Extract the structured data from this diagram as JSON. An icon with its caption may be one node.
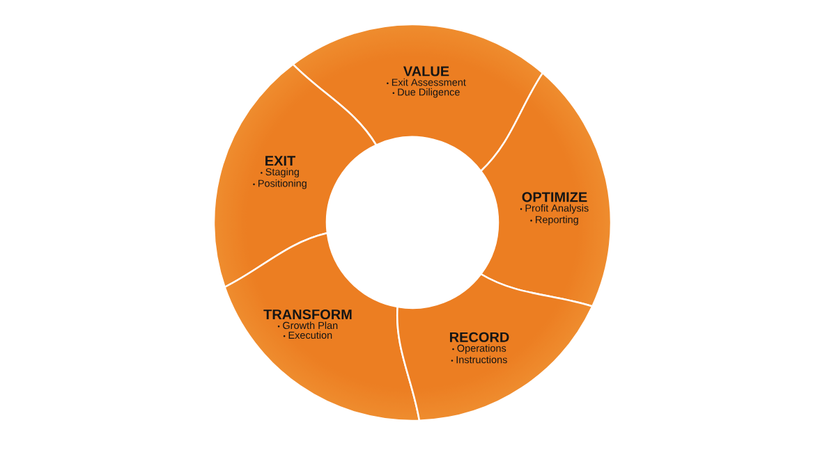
{
  "diagram": {
    "nodes": [
      {
        "text": [
          "VALUE",
          "Exit Assessment",
          "Due Diligence"
        ]
      },
      {
        "text": [
          "EXIT",
          "Staging",
          "Positioning"
        ]
      },
      {
        "text": [
          "OPTIMIZE",
          "Profit Analysis",
          "Reporting"
        ]
      },
      {
        "text": [
          "TRANSFORM",
          "Growth Plan",
          "Execution"
        ]
      },
      {
        "text": [
          "RECORD",
          "Operations",
          "Instructions"
        ]
      }
    ]
  }
}
